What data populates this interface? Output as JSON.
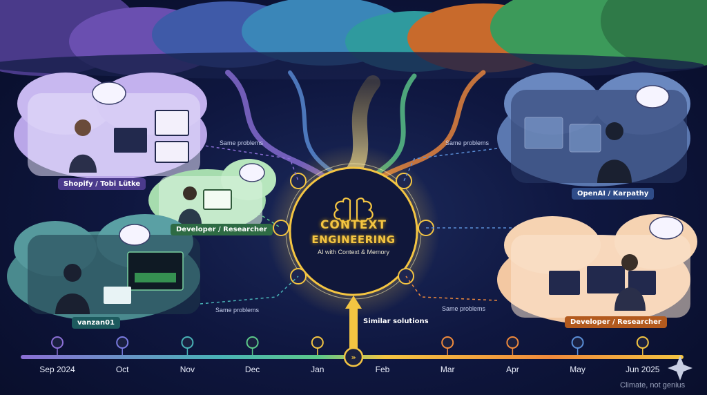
{
  "center": {
    "title_line1": "CONTEXT",
    "title_line2": "ENGINEERING",
    "subtitle": "AI with Context & Memory"
  },
  "personas": [
    {
      "label": "Shopify / Tobi Lütke",
      "icon": "brain-presentation-icon"
    },
    {
      "label": "Developer / Researcher",
      "icon": "brain-code-icon"
    },
    {
      "label": "vanzan01",
      "icon": "brain-code-icon"
    },
    {
      "label": "OpenAI / Karpathy",
      "icon": "brain-network-icon"
    },
    {
      "label": "Developer / Researcher",
      "icon": "cloud-brain-icon"
    }
  ],
  "connectors": {
    "same_problems": "Same problems",
    "similar_solutions": "Similar solutions"
  },
  "timeline": {
    "months": [
      "Sep 2024",
      "Oct",
      "Nov",
      "Dec",
      "Jan",
      "Feb",
      "Mar",
      "Apr",
      "May",
      "Jun 2025"
    ],
    "current": "Feb"
  },
  "watermark": "Climate, not genius",
  "colors": {
    "purple": "#8b6fd6",
    "green": "#5cc98a",
    "teal": "#49b3b7",
    "gold": "#f4c542",
    "orange": "#f08a3c",
    "blue": "#5b8fd8"
  }
}
